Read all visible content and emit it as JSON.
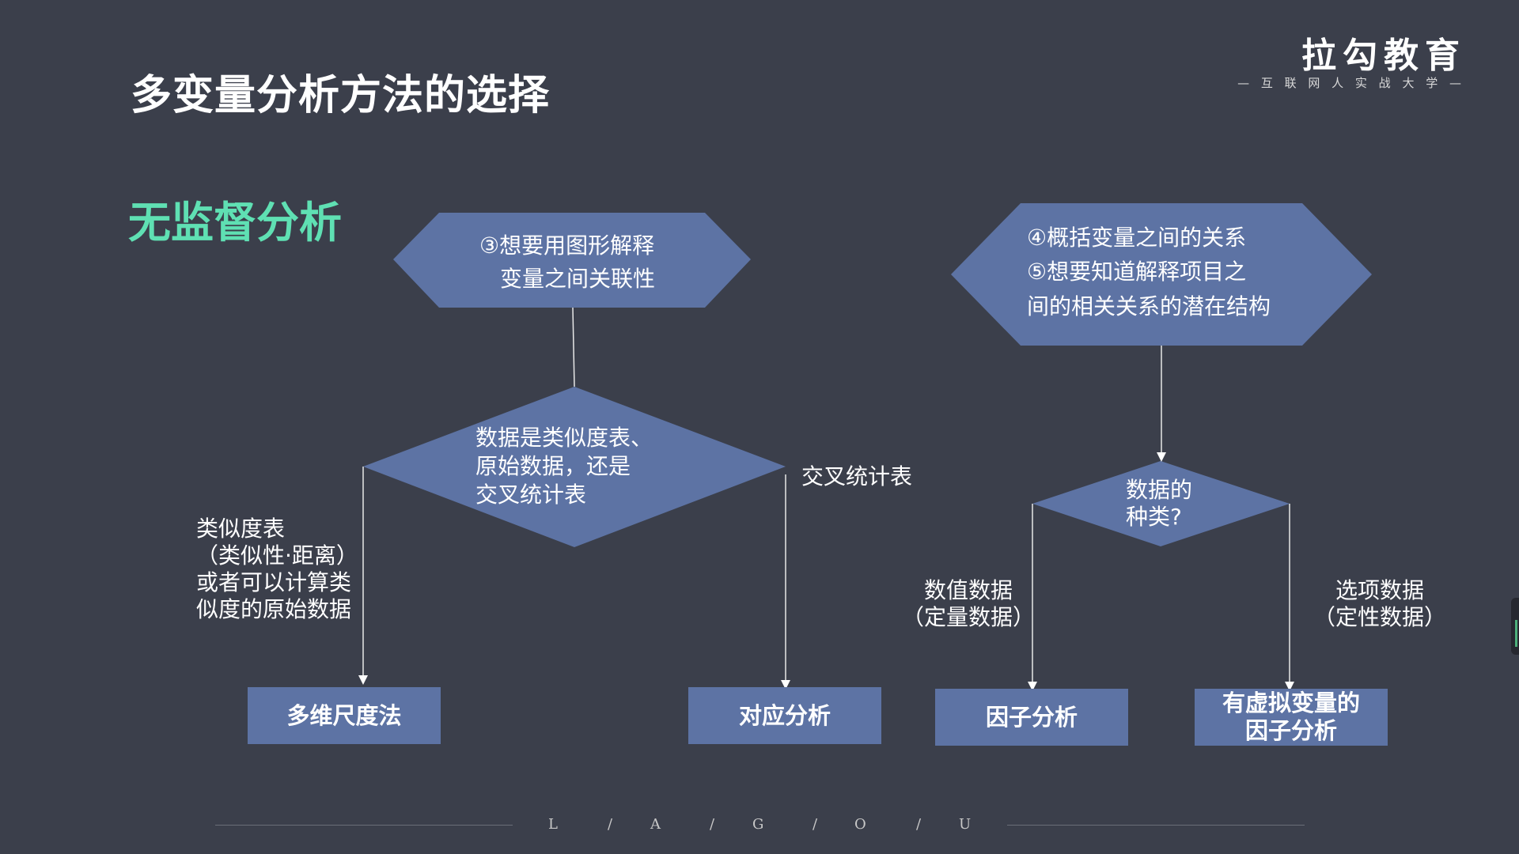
{
  "header": {
    "title": "多变量分析方法的选择",
    "logo_main": "拉勾教育",
    "logo_sub": "— 互 联 网 人 实 战 大 学 —"
  },
  "section": {
    "title": "无监督分析"
  },
  "diagram": {
    "hex_left": {
      "line1": "③想要用图形解释",
      "line2": "变量之间关联性"
    },
    "hex_right": {
      "line1": "④概括变量之间的关系",
      "line2": "⑤想要知道解释项目之",
      "line3": "间的相关关系的潜在结构"
    },
    "diamond_left": {
      "line1": "数据是类似度表、",
      "line2": "原始数据，还是",
      "line3": "交叉统计表"
    },
    "diamond_right": {
      "line1": "数据的",
      "line2": "种类?"
    },
    "edge_labels": {
      "similarity": {
        "line1": "类似度表",
        "line2": "（类似性·距离）",
        "line3": "或者可以计算类",
        "line4": "似度的原始数据"
      },
      "cross": "交叉统计表",
      "numeric": {
        "line1": "数值数据",
        "line2": "（定量数据）"
      },
      "option": {
        "line1": "选项数据",
        "line2": "（定性数据）"
      }
    },
    "results": {
      "mds": "多维尺度法",
      "correspondence": "对应分析",
      "factor": "因子分析",
      "dummy_factor_line1": "有虚拟变量的",
      "dummy_factor_line2": "因子分析"
    }
  },
  "footer": {
    "letters": [
      "L",
      "/",
      "A",
      "/",
      "G",
      "/",
      "O",
      "/",
      "U"
    ]
  },
  "colors": {
    "background": "#3b3f4b",
    "shape_fill": "#5d73a4",
    "accent": "#5fe0b3"
  }
}
